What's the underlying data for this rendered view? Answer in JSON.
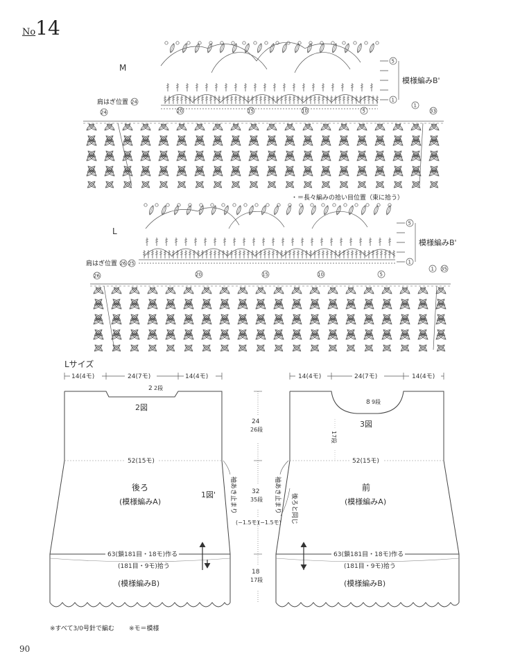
{
  "pattern": {
    "prefix": "No",
    "number": "14"
  },
  "chart_m": {
    "size_label": "M",
    "shoulder_label": "肩はぎ位置",
    "shoulder_num": "24",
    "left_num": "24",
    "stitch_marks": [
      "20",
      "15",
      "10",
      "5",
      "1"
    ],
    "end_num": "33",
    "row_marks": [
      "5",
      "1"
    ],
    "pattern_label": "模様編みB'",
    "note": "・＝長々編みの拾い目位置（束に拾う）"
  },
  "chart_l": {
    "size_label": "L",
    "shoulder_label": "肩はぎ位置",
    "shoulder_nums": [
      "26",
      "25"
    ],
    "left_num": "26",
    "stitch_marks": [
      "20",
      "15",
      "10",
      "5",
      "1"
    ],
    "end_num": "35",
    "row_marks": [
      "5",
      "1"
    ],
    "pattern_label": "模様編みB'"
  },
  "schematic": {
    "size_title": "Lサイズ",
    "back": {
      "top_left": "14(4モ)",
      "top_mid": "24(7モ)",
      "top_right": "14(4モ)",
      "neck_depth": "2",
      "neck_rows": "2段",
      "fig": "2図",
      "height_total": "24",
      "height_rows": "26段",
      "width": "52(15モ)",
      "name": "後ろ",
      "pattern": "(模様編みA)",
      "fig1": "1図'",
      "armhole_note": "袖あき止まり",
      "body_len": "32",
      "body_rows": "35段",
      "dec": "(−1.5モ)",
      "cast_on": "63(鎖181目・18モ)作る",
      "pickup": "(181目・9モ)拾う",
      "hem_len": "18",
      "hem_rows": "17段",
      "hem_pattern": "(模様編みB)"
    },
    "front": {
      "top_left": "14(4モ)",
      "top_mid": "24(7モ)",
      "top_right": "14(4モ)",
      "neck_depth": "8",
      "neck_rows": "9段",
      "fig": "3図",
      "side_rows": "17段",
      "width": "52(15モ)",
      "name": "前",
      "pattern": "(模様編みA)",
      "armhole_note": "袖あき止まり",
      "same_note": "後ろと同じ",
      "dec": "(−1.5モ)",
      "cast_on": "63(鎖181目・18モ)作る",
      "pickup": "(181目・9モ)拾う",
      "hem_pattern": "(模様編みB)"
    }
  },
  "footnotes": {
    "needle": "※すべて3/0号針で編む",
    "motif": "※モ＝模様"
  },
  "page_number": "90"
}
